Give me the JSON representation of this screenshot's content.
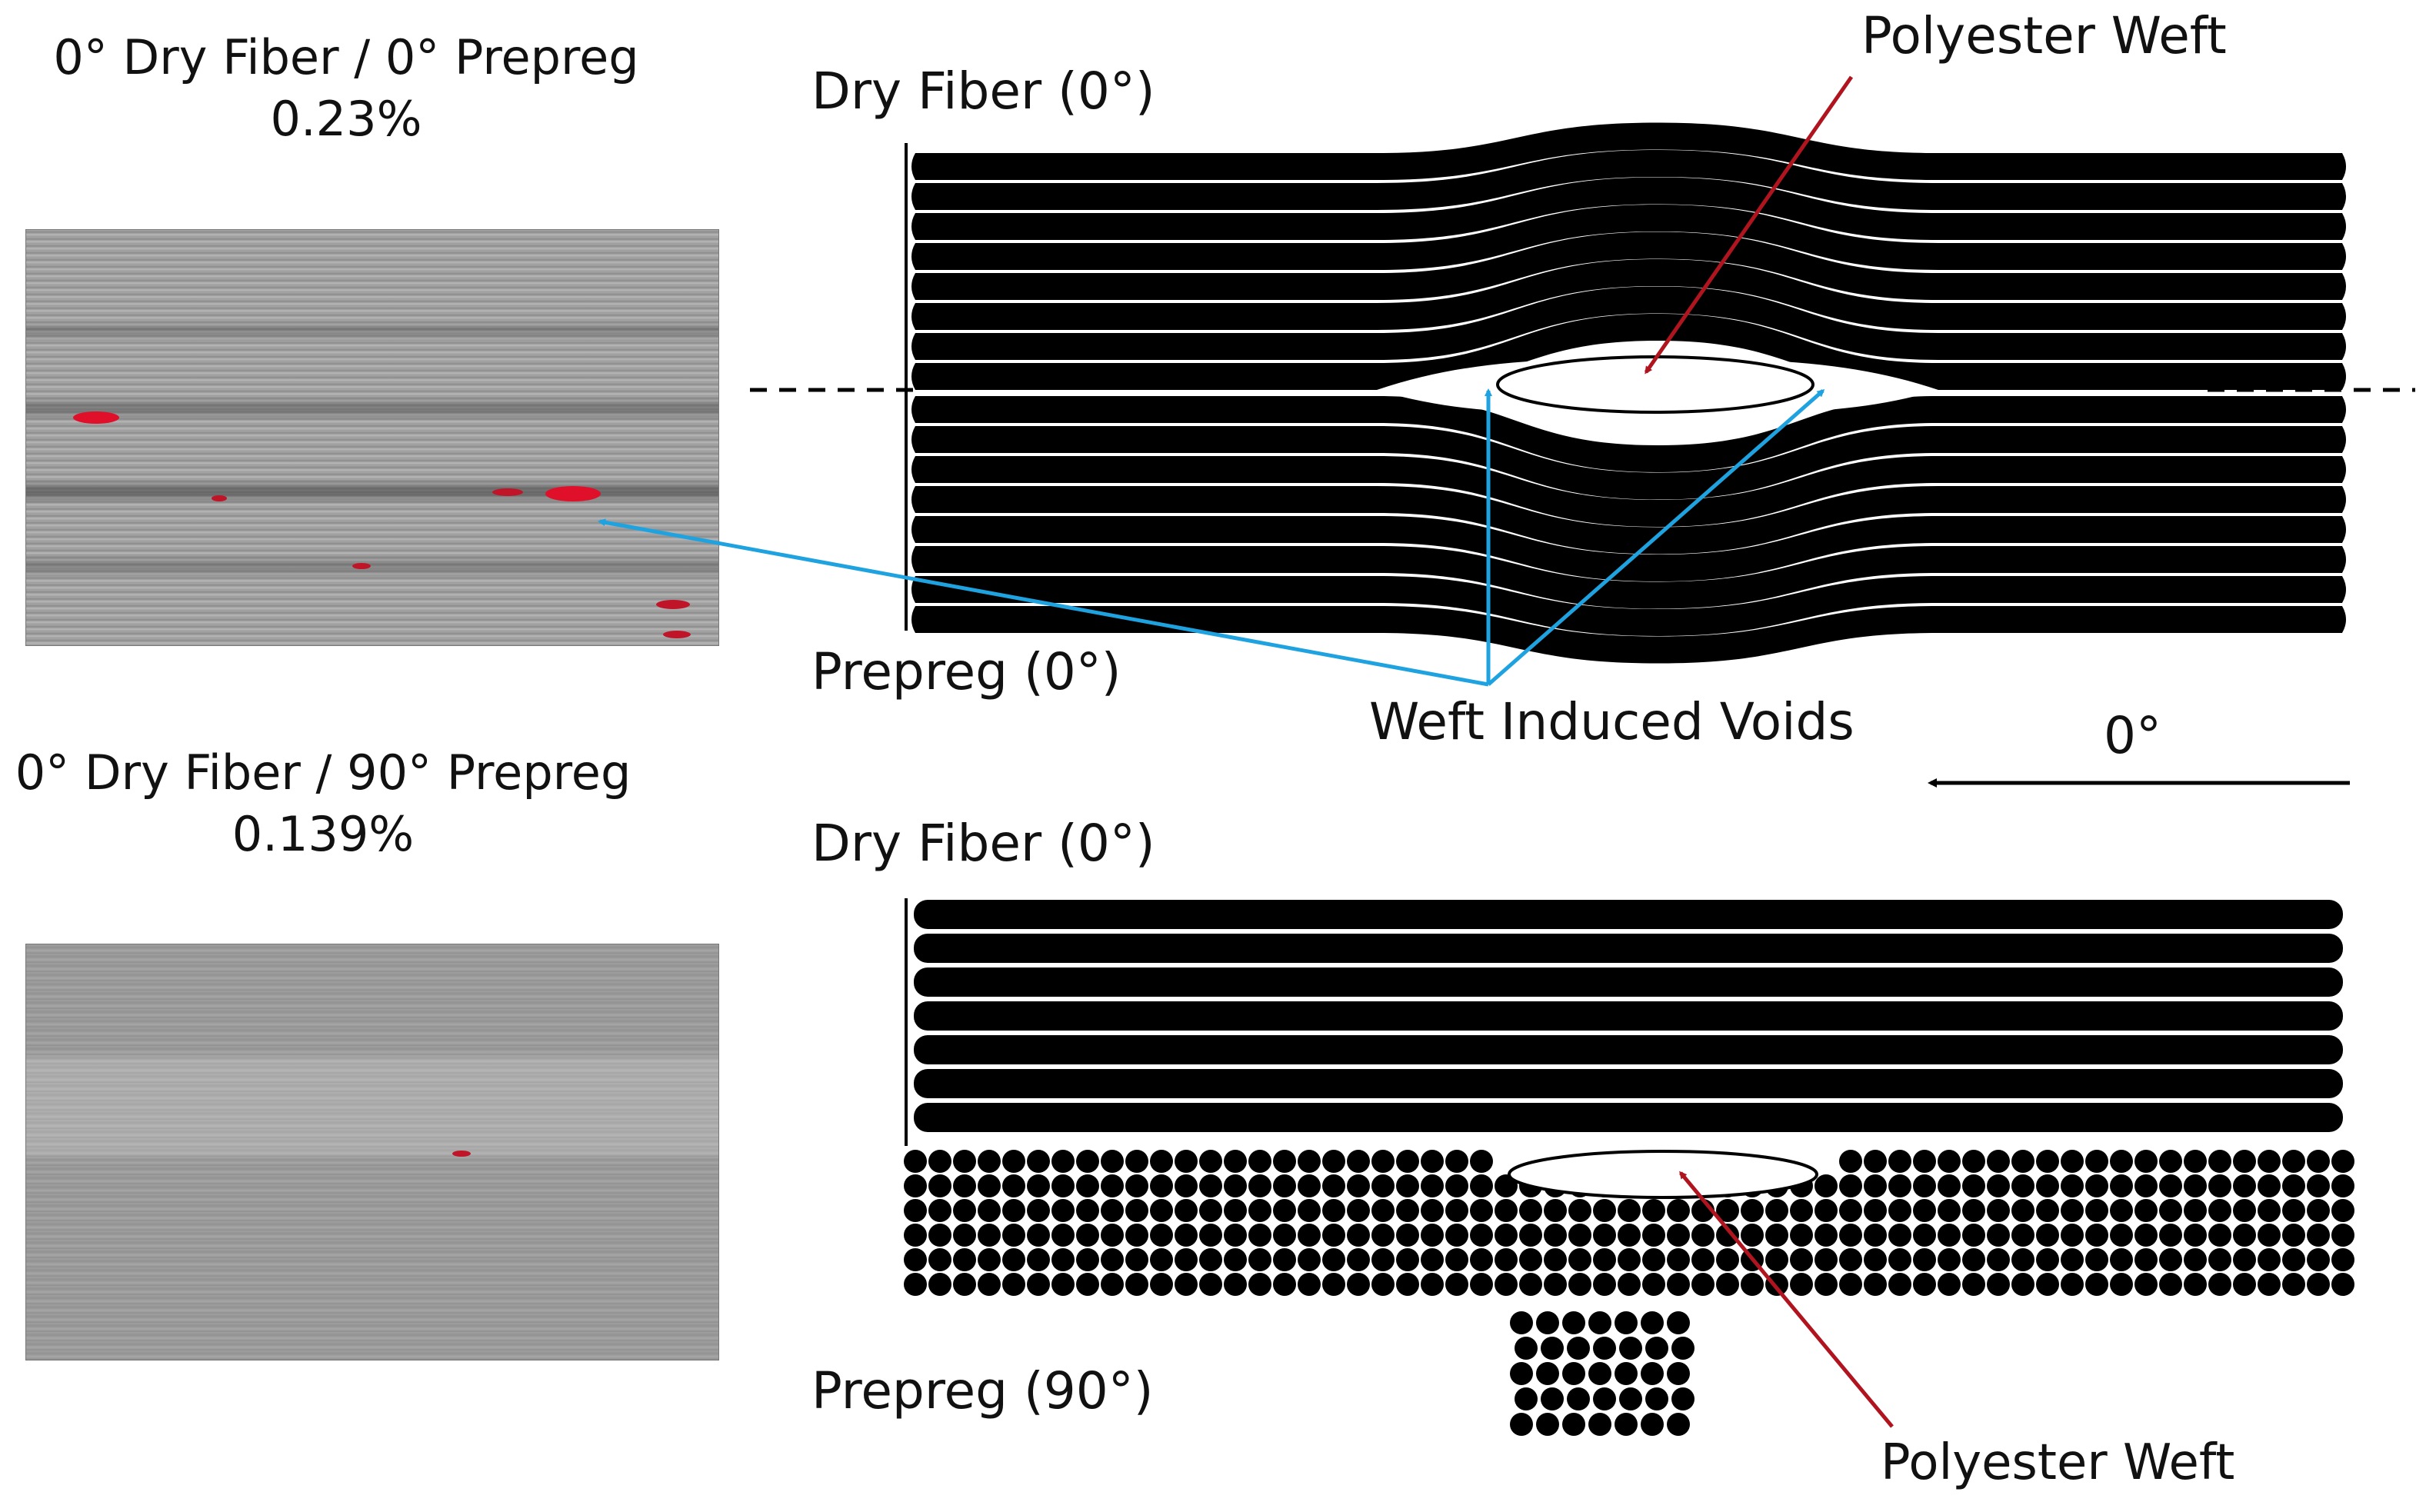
{
  "panel_top": {
    "image_caption": "0° Dry Fiber / 0° Prepreg",
    "void_content": "0.23%",
    "dry_fiber_label": "Dry Fiber (0°)",
    "prepreg_label": "Prepreg (0°)",
    "weft_label": "Polyester Weft"
  },
  "voids_label": "Weft Induced Voids",
  "direction_label": "0°",
  "panel_bottom": {
    "image_caption": "0° Dry Fiber / 90° Prepreg",
    "void_content": "0.139%",
    "dry_fiber_label": "Dry Fiber (0°)",
    "prepreg_label": "Prepreg (90°)",
    "weft_label": "Polyester Weft"
  },
  "colors": {
    "fiber": "#000000",
    "void_arrow": "#1fa2e0",
    "weft_arrow": "#b0151f",
    "void_marker": "#e0102a"
  }
}
